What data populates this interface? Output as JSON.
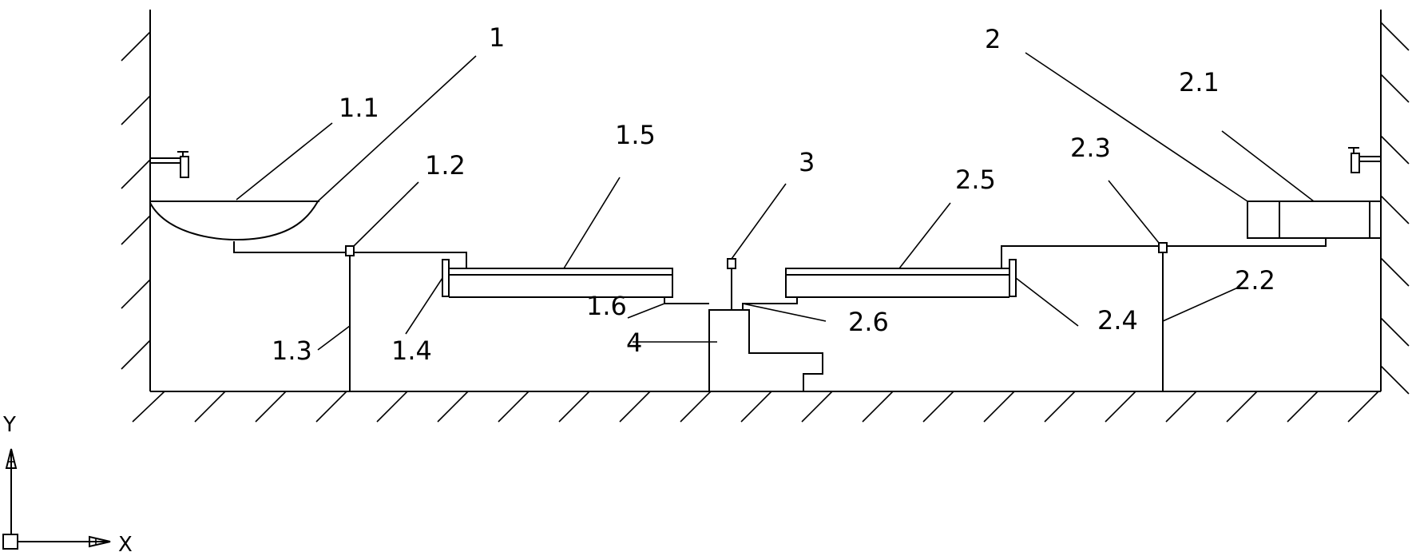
{
  "labels": {
    "l1": "1",
    "l1_1": "1.1",
    "l1_2": "1.2",
    "l1_3": "1.3",
    "l1_4": "1.4",
    "l1_5": "1.5",
    "l1_6": "1.6",
    "l2": "2",
    "l2_1": "2.1",
    "l2_2": "2.2",
    "l2_3": "2.3",
    "l2_4": "2.4",
    "l2_5": "2.5",
    "l2_6": "2.6",
    "l3": "3",
    "l4": "4"
  },
  "axes": {
    "x_label": "X",
    "y_label": "Y"
  }
}
